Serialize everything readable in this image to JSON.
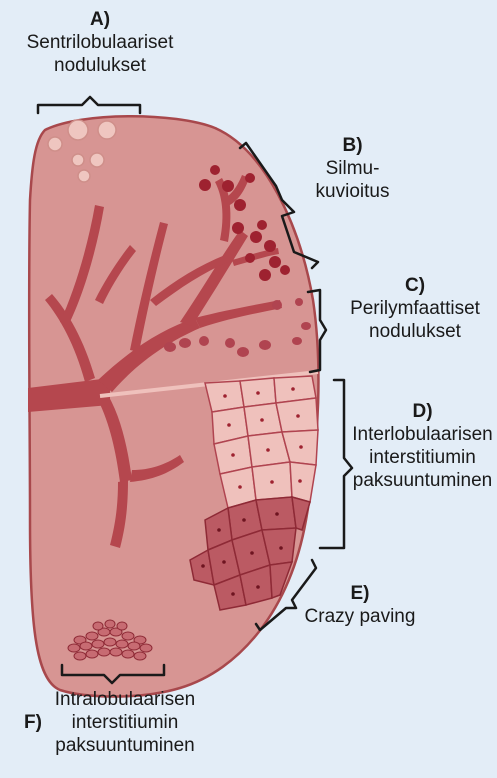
{
  "labels": {
    "a": {
      "letter": "A)",
      "lines": [
        "Sentrilobulaariset",
        "nodulukset"
      ]
    },
    "b": {
      "letter": "B)",
      "lines": [
        "Silmu-",
        "kuvioitus"
      ]
    },
    "c": {
      "letter": "C)",
      "lines": [
        "Perilymfaattiset",
        "nodulukset"
      ]
    },
    "d": {
      "letter": "D)",
      "lines": [
        "Interlobulaarisen",
        "interstitiumin",
        "paksuuntuminen"
      ]
    },
    "e": {
      "letter": "E)",
      "lines": [
        "Crazy paving"
      ]
    },
    "f": {
      "letter": "F)",
      "lines": [
        "Intralobulaarisen",
        "interstitiumin",
        "paksuuntuminen"
      ]
    }
  },
  "colors": {
    "background": "#e3edf7",
    "lobule_fill": "#d79593",
    "lobule_stroke": "#a8484c",
    "vessel": "#b5474e",
    "dark_nodule": "#9e2230",
    "pale_nodule": "#efc6c0",
    "septa_light": "#efc1bc",
    "septa_dark": "#bb5a63",
    "bracket": "#1a1a1a"
  }
}
